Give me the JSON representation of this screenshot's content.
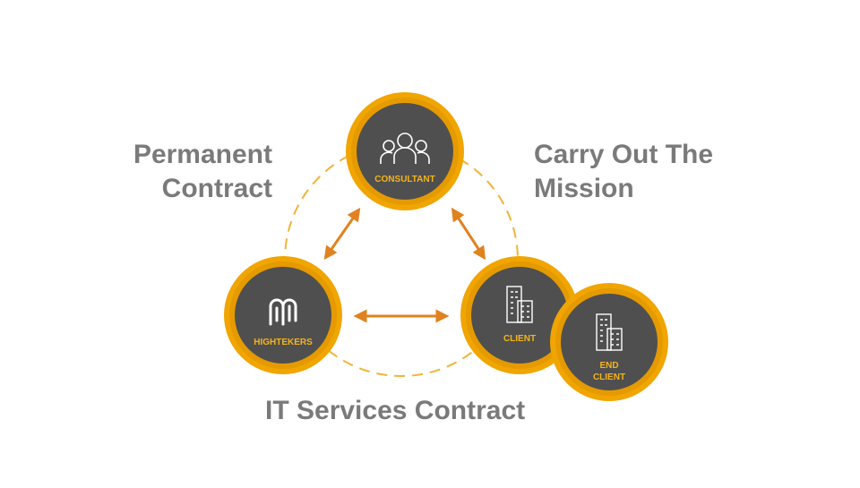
{
  "labels": {
    "permanent_line1": "Permanent",
    "permanent_line2": "Contract",
    "mission_line1": "Carry Out The",
    "mission_line2": "Mission",
    "it_services": "IT Services Contract"
  },
  "nodes": {
    "consultant": {
      "label": "CONSULTANT",
      "icon": "people-group-icon"
    },
    "hightekers": {
      "label": "HIGHTEKERS",
      "icon": "hightekers-logo-icon"
    },
    "client": {
      "label": "CLIENT",
      "icon": "buildings-icon"
    },
    "end_client": {
      "label_line1": "END",
      "label_line2": "CLIENT",
      "icon": "buildings-icon"
    }
  },
  "colors": {
    "ring": "#f0a500",
    "ring_dark": "#d88f00",
    "circle_fill": "#4f4f4f",
    "arrow": "#e0821f",
    "dash": "#f0b43a",
    "text_gray": "#7a7a7a",
    "node_text": "#f5b41a"
  }
}
